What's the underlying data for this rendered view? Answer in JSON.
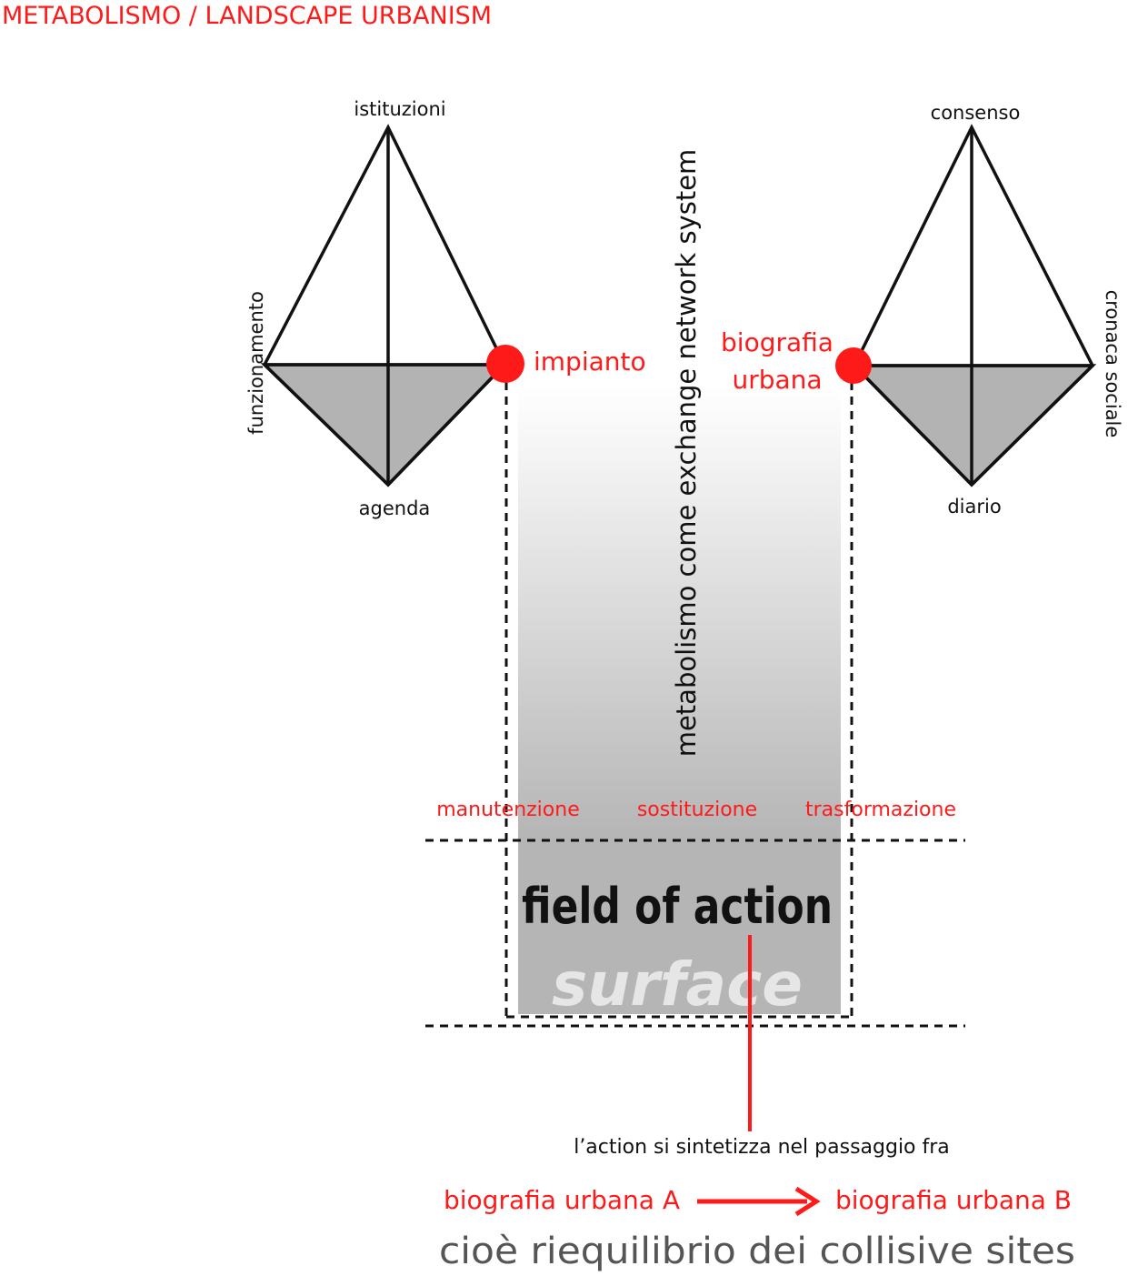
{
  "header": {
    "title": "METABOLISMO / LANDSCAPE URBANISM"
  },
  "left_diagram": {
    "top": "istituzioni",
    "left": "funzionamento",
    "bottom": "agenda",
    "node": "impianto"
  },
  "right_diagram": {
    "top": "consenso",
    "right": "cronaca sociale",
    "bottom": "diario",
    "node_line1": "biografia",
    "node_line2": "urbana"
  },
  "vertical_label": "metabolismo come exchange network system",
  "processes": [
    "manutenzione",
    "sostituzione",
    "trasformazione"
  ],
  "field": {
    "title": "field of action",
    "surface": "surface"
  },
  "footer": {
    "note": "l’action si sintetizza nel passaggio fra",
    "from": "biografia urbana A",
    "to": "biografia urbana B",
    "conclusion": "cioè riequilibrio dei collisive sites"
  },
  "colors": {
    "accent": "#ff1a1a",
    "line": "#111111",
    "fill": "#b3b3b3",
    "muted": "#555555"
  }
}
